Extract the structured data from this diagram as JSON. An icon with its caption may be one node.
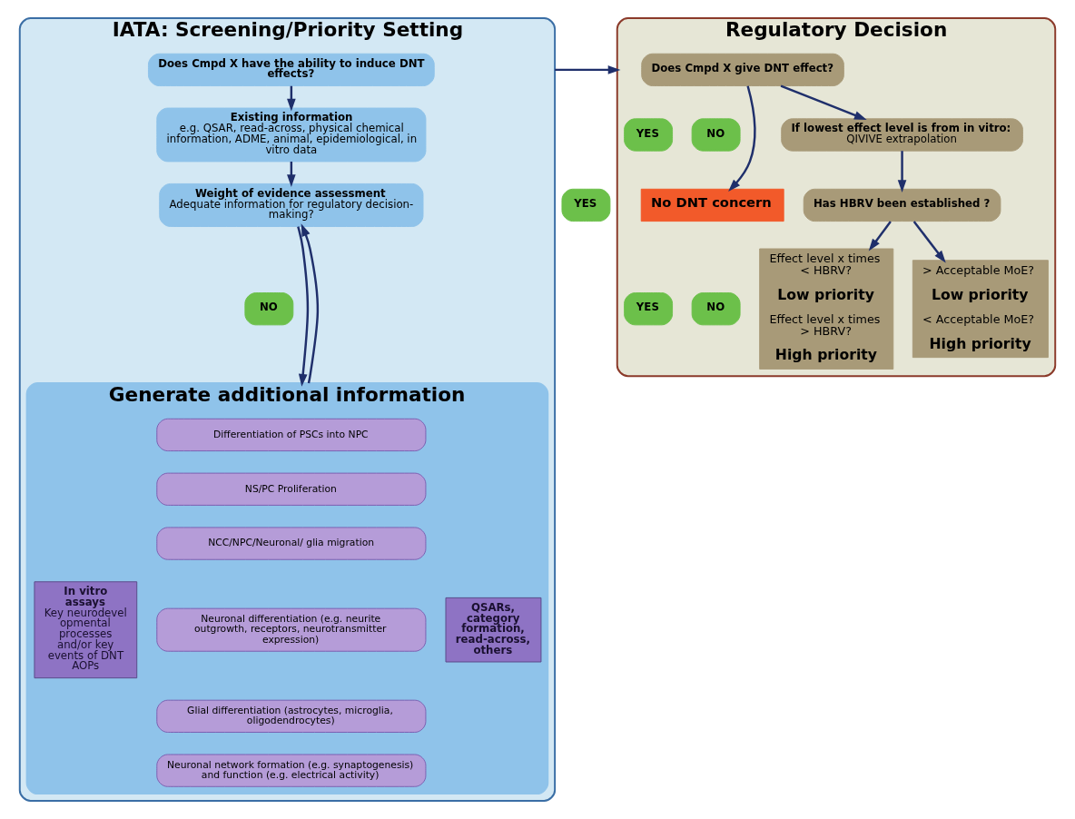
{
  "diagram": {
    "nodes": [
      {
        "text": [
          "IATA: Screening/Priority Setting"
        ]
      },
      {
        "text": [
          "Does Cmpd X have the ability to induce DNT effects?"
        ],
        "in": 0
      },
      {
        "text": [
          "Existing information",
          "e.g. QSAR, read-across, physical chemical information, ADME, animal, epidemiological, in vitro data"
        ],
        "in": 0
      },
      {
        "text": [
          "Weight of evidence assessment",
          "Adequate information for regulatory decision-making?"
        ],
        "in": 0
      },
      {
        "text": [
          "NO"
        ],
        "in": 0
      },
      {
        "text": [
          "Generate additional information"
        ],
        "in": 0
      },
      {
        "text": [
          "In vitro assays",
          "Key neurodevelopmental processes and/or key events of DNT AOPs"
        ],
        "in": 5
      },
      {
        "text": [
          "Differentiation of PSCs into NPC"
        ],
        "in": 5
      },
      {
        "text": [
          "NS/PC Proliferation"
        ],
        "in": 5
      },
      {
        "text": [
          "NCC/NPC/Neuronal/ glia migration"
        ],
        "in": 5
      },
      {
        "text": [
          "Neuronal differentiation (e.g. neurite outgrowth, receptors, neurotransmitter expression)"
        ],
        "in": 5
      },
      {
        "text": [
          "Glial differentiation (astrocytes, microglia, oligodendrocytes)"
        ],
        "in": 5
      },
      {
        "text": [
          "Neuronal network formation (e.g. synaptogenesis) and function (e.g. electrical activity)"
        ],
        "in": 5
      },
      {
        "text": [
          "QSARs, category formation, read-across, others"
        ],
        "in": 5
      },
      {
        "text": [
          "YES"
        ]
      },
      {
        "text": [
          "Regulatory Decision"
        ]
      },
      {
        "text": [
          "Does Cmpd X give DNT effect?"
        ],
        "in": 15
      },
      {
        "text": [
          "YES"
        ],
        "in": 15
      },
      {
        "text": [
          "NO"
        ],
        "in": 15
      },
      {
        "text": [
          "No DNT concern"
        ],
        "in": 15
      },
      {
        "text": [
          "If lowest effect level is from in vitro:",
          "QIVIVE extrapolation"
        ],
        "in": 15
      },
      {
        "text": [
          "Has HBRV been established ?"
        ],
        "in": 15
      },
      {
        "text": [
          "YES"
        ],
        "in": 15
      },
      {
        "text": [
          "NO"
        ],
        "in": 15
      },
      {
        "text": [
          "Effect level x times < HBRV?",
          "Low priority",
          "Effect level x times > HBRV?",
          "High priority"
        ],
        "in": 15
      },
      {
        "text": [
          "> Acceptable MoE?",
          "Low priority",
          "< Acceptable MoE?",
          "High priority"
        ],
        "in": 15
      }
    ],
    "edges": [
      {
        "from": 1,
        "to": 2,
        "arrow": "to"
      },
      {
        "from": 2,
        "to": 3,
        "arrow": "to"
      },
      {
        "from": 3,
        "to": 5,
        "arrow": "to"
      },
      {
        "from": 5,
        "to": 3,
        "arrow": "to"
      },
      {
        "from": 0,
        "to": 15,
        "arrow": "to"
      },
      {
        "from": 16,
        "to": 20,
        "arrow": "to"
      },
      {
        "from": 16,
        "to": 19,
        "arrow": "to"
      },
      {
        "from": 20,
        "to": 21,
        "arrow": "to"
      },
      {
        "from": 21,
        "to": 24,
        "arrow": "to"
      },
      {
        "from": 21,
        "to": 25,
        "arrow": "to"
      }
    ]
  }
}
